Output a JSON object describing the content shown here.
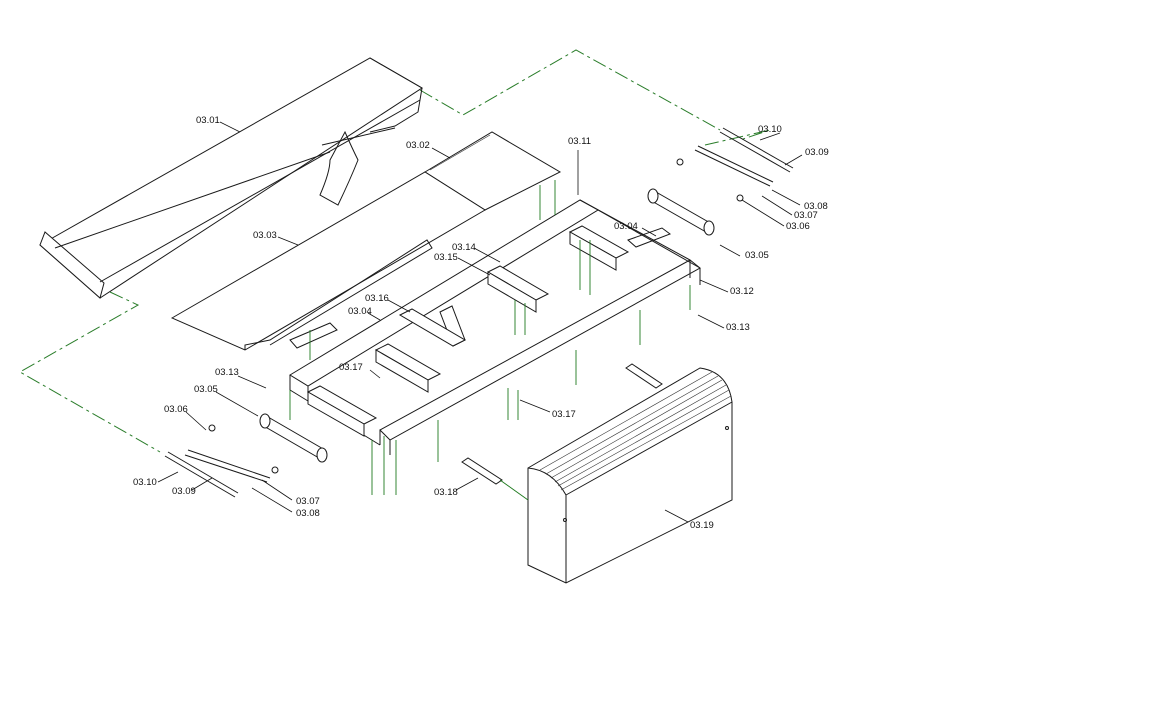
{
  "labels": {
    "p0301": "03.01",
    "p0302": "03.02",
    "p0303": "03.03",
    "p0304a": "03.04",
    "p0304b": "03.04",
    "p0305a": "03.05",
    "p0305b": "03.05",
    "p0306a": "03.06",
    "p0306b": "03.06",
    "p0307a": "03.07",
    "p0307b": "03.07",
    "p0308a": "03.08",
    "p0308b": "03.08",
    "p0309a": "03.09",
    "p0309b": "03.09",
    "p0310a": "03.10",
    "p0310b": "03.10",
    "p0311": "03.11",
    "p0312": "03.12",
    "p0313a": "03.13",
    "p0313b": "03.13",
    "p0314": "03.14",
    "p0315": "03.15",
    "p0316": "03.16",
    "p0317a": "03.17",
    "p0317b": "03.17",
    "p0318": "03.18",
    "p0319": "03.19"
  },
  "colors": {
    "line": "#1a1a1a",
    "assembly_line": "#2a7d2a",
    "background": "#ffffff"
  }
}
